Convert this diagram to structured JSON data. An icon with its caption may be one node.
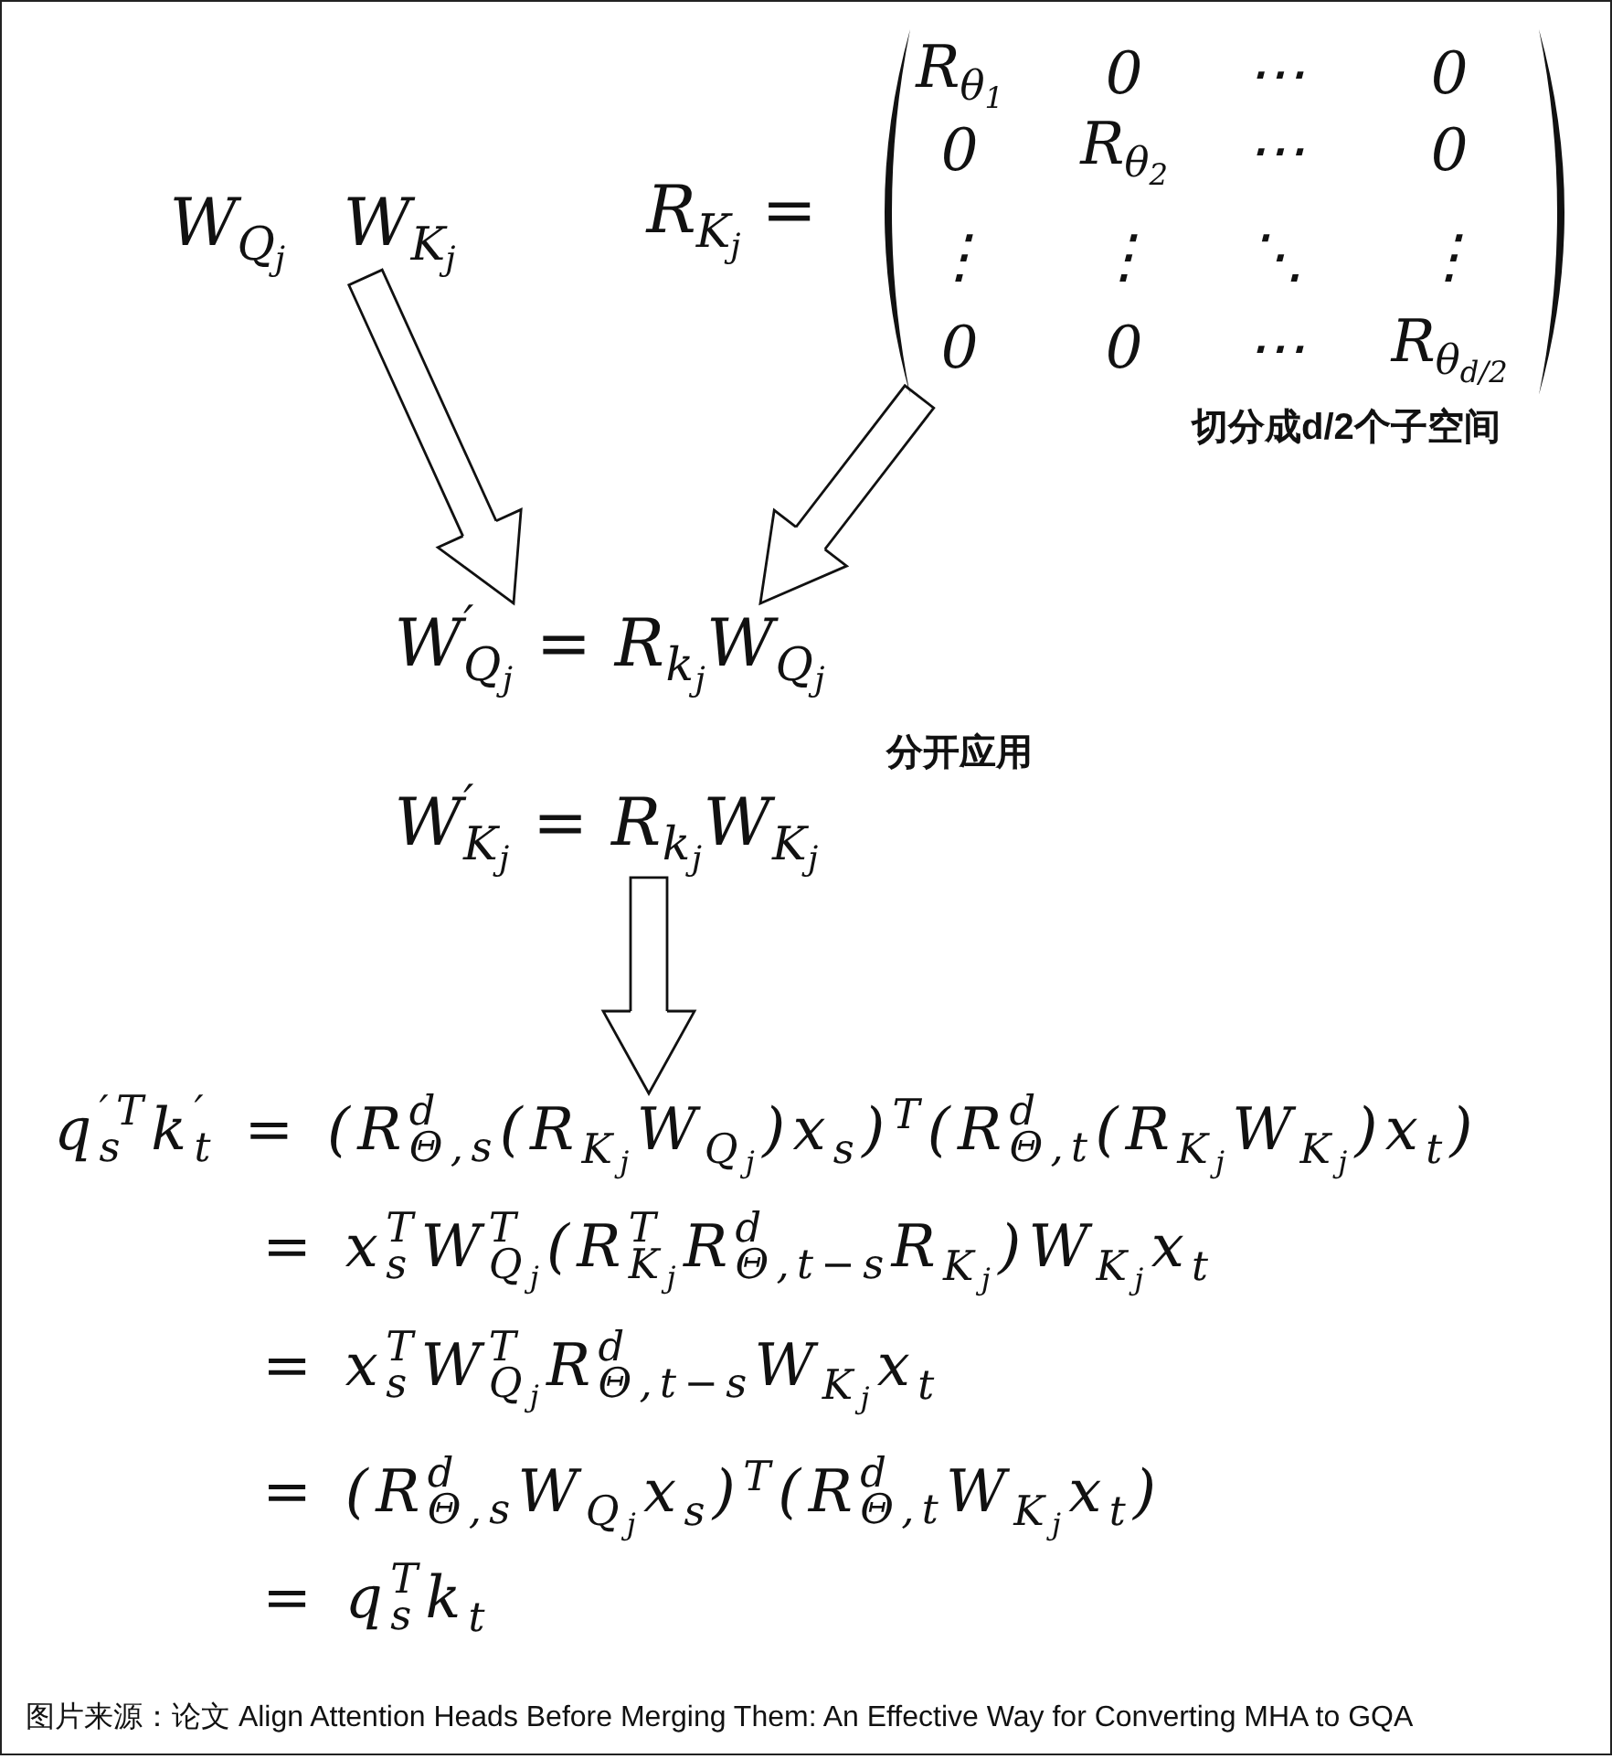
{
  "diagram": {
    "caption": "图片来源：论文 Align Attention Heads Before Merging Them: An Effective Way for Converting MHA to GQA",
    "nodes": [
      {
        "text": [
          "W$_{Q}$$_{j}$",
          "W$_{K}$$_{j}$"
        ]
      },
      {
        "text": [
          "R$_{K}$$_{j}$ =",
          "R$_{θ}$$_{1}$",
          "0",
          "⋯",
          "0",
          "0",
          "R$_{θ}$$_{2}$",
          "⋯",
          "0",
          "⋮",
          "⋮",
          "⋱",
          "⋮",
          "0",
          "0",
          "⋯",
          "R$_{θ}$$_{d/2}$"
        ],
        "beside": [
          "切分成d/2个子空间"
        ]
      },
      {
        "text": [
          "W$^{′}$$_{Q}$$_{j}$ = R$_{k}$$_{j}$W$_{Q}$$_{j}$",
          "W$^{′}$$_{K}$$_{j}$ = R$_{k}$$_{j}$W$_{K}$$_{j}$"
        ],
        "beside": [
          "分开应用"
        ]
      },
      {
        "text": [
          "q$_{s}$$^{′T}$k$_{t}$$^{′}$ = (R$^{d}$$_{Θ,s}$(R$_{K}$$_{j}$W$_{Q}$$_{j}$)x$_{s}$)$^{T}$(R$^{d}$$_{Θ,t}$(R$_{K}$$_{j}$W$_{K}$$_{j}$)x$_{t}$)",
          "= x$_{s}$$^{T}$W$_{Q}$$_{j}$$^{T}$(R$_{K}$$_{j}$$^{T}$R$^{d}$$_{Θ,t−s}$R$_{K}$$_{j}$)W$_{K}$$_{j}$x$_{t}$",
          "= x$_{s}$$^{T}$W$_{Q}$$_{j}$$^{T}$R$^{d}$$_{Θ,t−s}$W$_{K}$$_{j}$x$_{t}$",
          "= (R$^{d}$$_{Θ,s}$W$_{Q}$$_{j}$x$_{s}$)$^{T}$(R$^{d}$$_{Θ,t}$W$_{K}$$_{j}$x$_{t}$)",
          "= q$_{s}$$^{T}$k$_{t}$"
        ]
      }
    ],
    "edges": [
      {
        "from": 0,
        "to": 2,
        "arrow": "to"
      },
      {
        "from": 1,
        "to": 2,
        "arrow": "to"
      },
      {
        "from": 2,
        "to": 3,
        "arrow": "to"
      }
    ]
  }
}
